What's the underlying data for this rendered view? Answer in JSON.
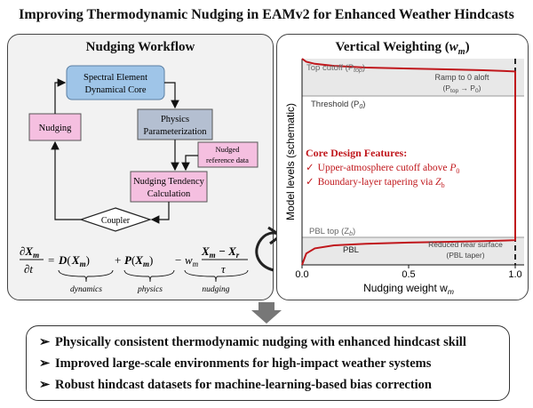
{
  "title": "Improving Thermodynamic Nudging in EAMv2 for Enhanced Weather Hindcasts",
  "workflow": {
    "title": "Nudging Workflow",
    "boxes": {
      "dycore_line1": "Spectral Element",
      "dycore_line2": "Dynamical Core",
      "physics_line1": "Physics",
      "physics_line2": "Parameterization",
      "nudging": "Nudging",
      "reference_line1": "Nudged",
      "reference_line2": "reference data",
      "tendency_line1": "Nudging Tendency",
      "tendency_line2": "Calculation",
      "coupler": "Coupler"
    },
    "equation": {
      "lhs_num": "∂X",
      "lhs_sub": "m",
      "lhs_den": "∂t",
      "term1": "D",
      "term2": "P",
      "term3_coef": "w",
      "term3_coef_sub": "m",
      "term3_num": "X",
      "term3_num_sub1": "m",
      "term3_num_sep": " − X",
      "term3_num_sub2": "r",
      "term3_den": "τ",
      "label1": "dynamics",
      "label2": "physics",
      "label3": "nudging"
    }
  },
  "weighting": {
    "title_text": "Vertical Weighting (",
    "title_var": "w",
    "title_sub": "m",
    "title_end": ")",
    "labels": {
      "top_cutoff": "Top cutoff (P",
      "top_cutoff_sub": "top",
      "ramp_line1": "Ramp to 0 aloft",
      "ramp_line2": "(P",
      "ramp_line2_sub1": "top",
      "ramp_line2_mid": " → P",
      "ramp_line2_sub2": "0",
      "threshold": "Threshold (P",
      "threshold_sub": "0",
      "pbl_top": "PBL top (Z",
      "pbl_top_sub": "b",
      "pbl": "PBL",
      "reduced_line1": "Reduced near surface",
      "reduced_line2": "(PBL taper)"
    },
    "features": {
      "heading": "Core Design Features:",
      "item1": "Upper-atmosphere cutoff above ",
      "item1_var": "P",
      "item1_sub": "0",
      "item2": "Boundary-layer tapering via ",
      "item2_var": "Z",
      "item2_sub": "b",
      "check": "✓"
    },
    "chart_data": {
      "type": "line",
      "xlabel": "Nudging weight  w",
      "xlabel_sub": "m",
      "ylabel": "Model levels (schematic)",
      "xticks": [
        "0.0",
        "0.5",
        "1.0"
      ],
      "xlim": [
        0,
        1.0
      ],
      "reference_line_x": 1.0,
      "curve_color": "#c0171c",
      "series": [
        {
          "points": [
            [
              0.0,
              1.0
            ],
            [
              0.02,
              0.985
            ],
            [
              0.06,
              0.975
            ],
            [
              0.15,
              0.965
            ],
            [
              0.3,
              0.957
            ],
            [
              0.5,
              0.952
            ],
            [
              0.7,
              0.948
            ],
            [
              0.85,
              0.944
            ],
            [
              0.95,
              0.94
            ],
            [
              1.0,
              0.938
            ],
            [
              1.0,
              0.12
            ],
            [
              0.95,
              0.118
            ],
            [
              0.85,
              0.115
            ],
            [
              0.7,
              0.112
            ],
            [
              0.5,
              0.108
            ],
            [
              0.3,
              0.102
            ],
            [
              0.15,
              0.095
            ],
            [
              0.06,
              0.08
            ],
            [
              0.02,
              0.055
            ],
            [
              0.0,
              0.0
            ]
          ]
        }
      ]
    }
  },
  "bullets": {
    "marker": "➢",
    "item1": "Physically consistent thermodynamic nudging with enhanced hindcast skill",
    "item2": "Improved large-scale environments for high-impact weather systems",
    "item3": "Robust hindcast datasets for machine-learning-based bias correction"
  },
  "colors": {
    "dycore_fill": "#9fc5e8",
    "physics_fill": "#b4bfd1",
    "pink_fill": "#f5bfe0",
    "red": "#c0171c"
  }
}
